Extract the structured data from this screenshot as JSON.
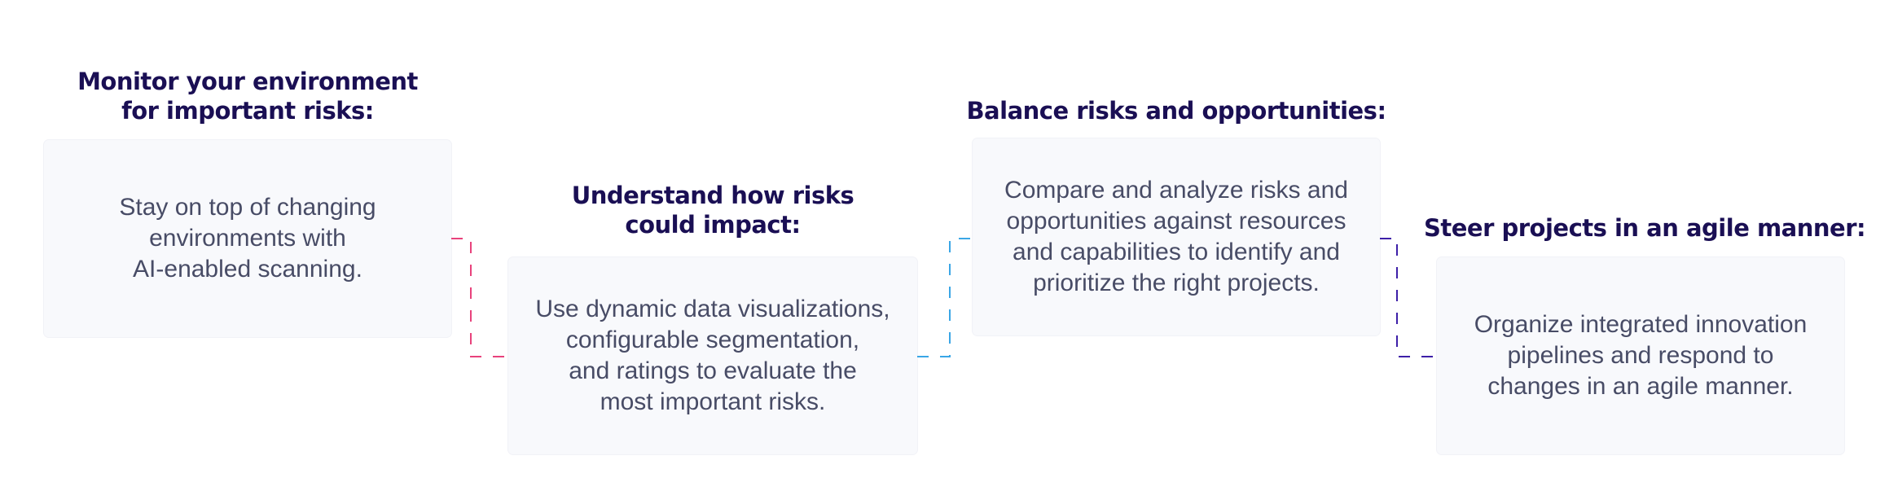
{
  "steps": [
    {
      "title_lines": [
        "Monitor your environment",
        "for important risks:"
      ],
      "text_lines": [
        "Stay on top of changing",
        "environments with",
        "AI-enabled scanning."
      ]
    },
    {
      "title_lines": [
        "Understand how risks",
        "could impact:"
      ],
      "text_lines": [
        "Use dynamic data visualizations,",
        "configurable segmentation,",
        "and ratings to evaluate the",
        "most important risks."
      ]
    },
    {
      "title_lines": [
        "Balance risks and opportunities:"
      ],
      "text_lines": [
        "Compare and analyze risks and",
        "opportunities against resources",
        "and capabilities to identify and",
        "prioritize the right projects."
      ]
    },
    {
      "title_lines": [
        "Steer projects in an agile manner:"
      ],
      "text_lines": [
        "Organize integrated innovation",
        "pipelines and respond to",
        "changes in an agile manner."
      ]
    }
  ],
  "colors": {
    "title": "#1a0f54",
    "card_text": "#484c66",
    "card_bg": "#f8f9fc",
    "connector_1": "#e8427c",
    "connector_2": "#3aa6e6",
    "connector_3": "#3d1fa8"
  }
}
